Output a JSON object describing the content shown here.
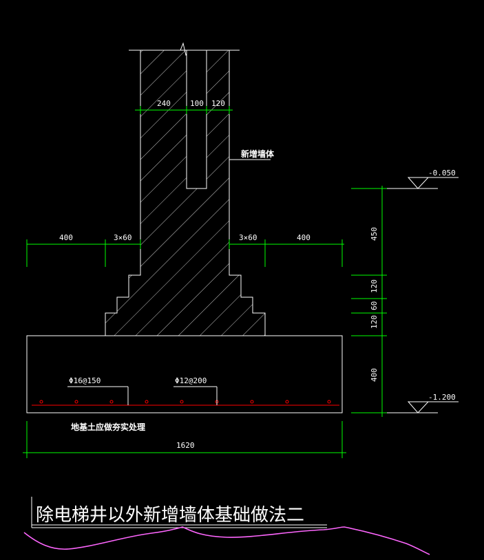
{
  "drawing": {
    "title": "除电梯井以外新增墙体基础做法二",
    "wall_label": "新增墙体",
    "soil_note": "地基土应做夯实处理",
    "rebar_1": "Φ16@150",
    "rebar_2": "Φ12@200",
    "elev_top": "-0.050",
    "elev_bottom": "-1.200",
    "dims_top": [
      "240",
      "100",
      "120"
    ],
    "dims_side_left": [
      "400",
      "3×60"
    ],
    "dims_side_right": [
      "3×60",
      "400"
    ],
    "dims_vertical": [
      "450",
      "120",
      "60",
      "120",
      "400"
    ],
    "dim_total_width": "1620"
  },
  "colors": {
    "background": "#000000",
    "lines": "#ffffff",
    "dimensions": "#00ff00",
    "rebar": "#ff0000",
    "markup": "#ff66ff"
  }
}
